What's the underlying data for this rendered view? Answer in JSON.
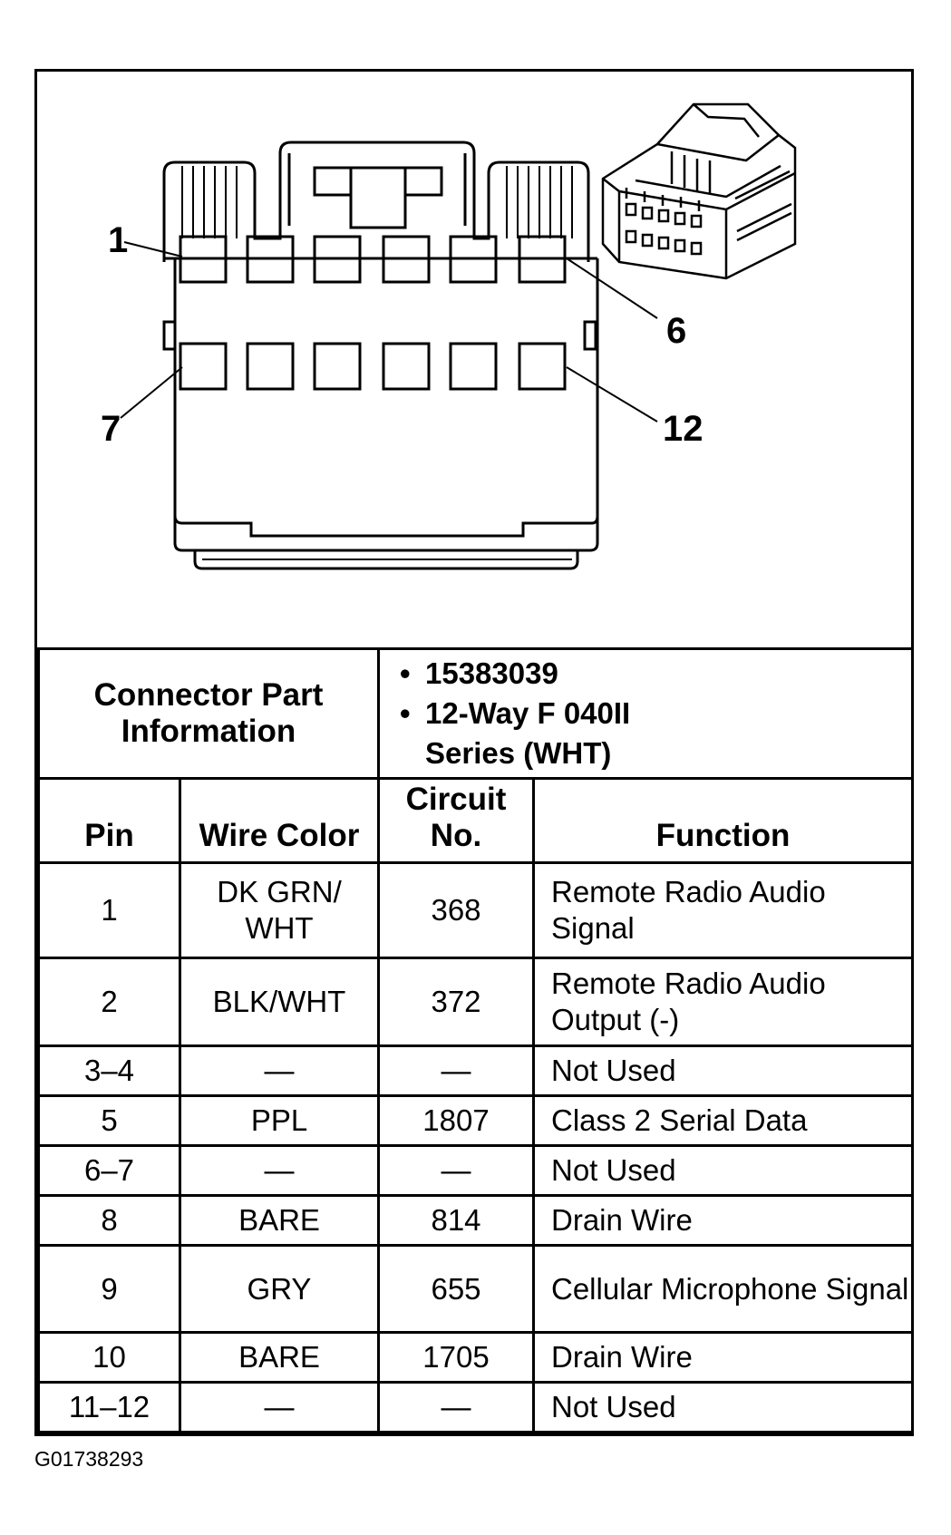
{
  "diagram": {
    "pin_callouts": [
      "1",
      "6",
      "7",
      "12"
    ]
  },
  "connector_info": {
    "label": "Connector Part Information",
    "part_number": "15383039",
    "description_line1": "12-Way F 040II",
    "description_line2": "Series (WHT)"
  },
  "table": {
    "headers": {
      "pin": "Pin",
      "wire_color": "Wire Color",
      "circuit": "Circuit No.",
      "function": "Function"
    },
    "rows": [
      {
        "pin": "1",
        "wire_color": "DK GRN/ WHT",
        "circuit": "368",
        "function": "Remote Radio Audio Signal"
      },
      {
        "pin": "2",
        "wire_color": "BLK/WHT",
        "circuit": "372",
        "function": "Remote Radio Audio Output (-)"
      },
      {
        "pin": "3–4",
        "wire_color": "—",
        "circuit": "—",
        "function": "Not Used"
      },
      {
        "pin": "5",
        "wire_color": "PPL",
        "circuit": "1807",
        "function": "Class 2 Serial Data"
      },
      {
        "pin": "6–7",
        "wire_color": "—",
        "circuit": "—",
        "function": "Not Used"
      },
      {
        "pin": "8",
        "wire_color": "BARE",
        "circuit": "814",
        "function": "Drain Wire"
      },
      {
        "pin": "9",
        "wire_color": "GRY",
        "circuit": "655",
        "function": "Cellular Microphone Signal"
      },
      {
        "pin": "10",
        "wire_color": "BARE",
        "circuit": "1705",
        "function": "Drain Wire"
      },
      {
        "pin": "11–12",
        "wire_color": "—",
        "circuit": "—",
        "function": "Not Used"
      }
    ]
  },
  "figure_code": "G01738293"
}
